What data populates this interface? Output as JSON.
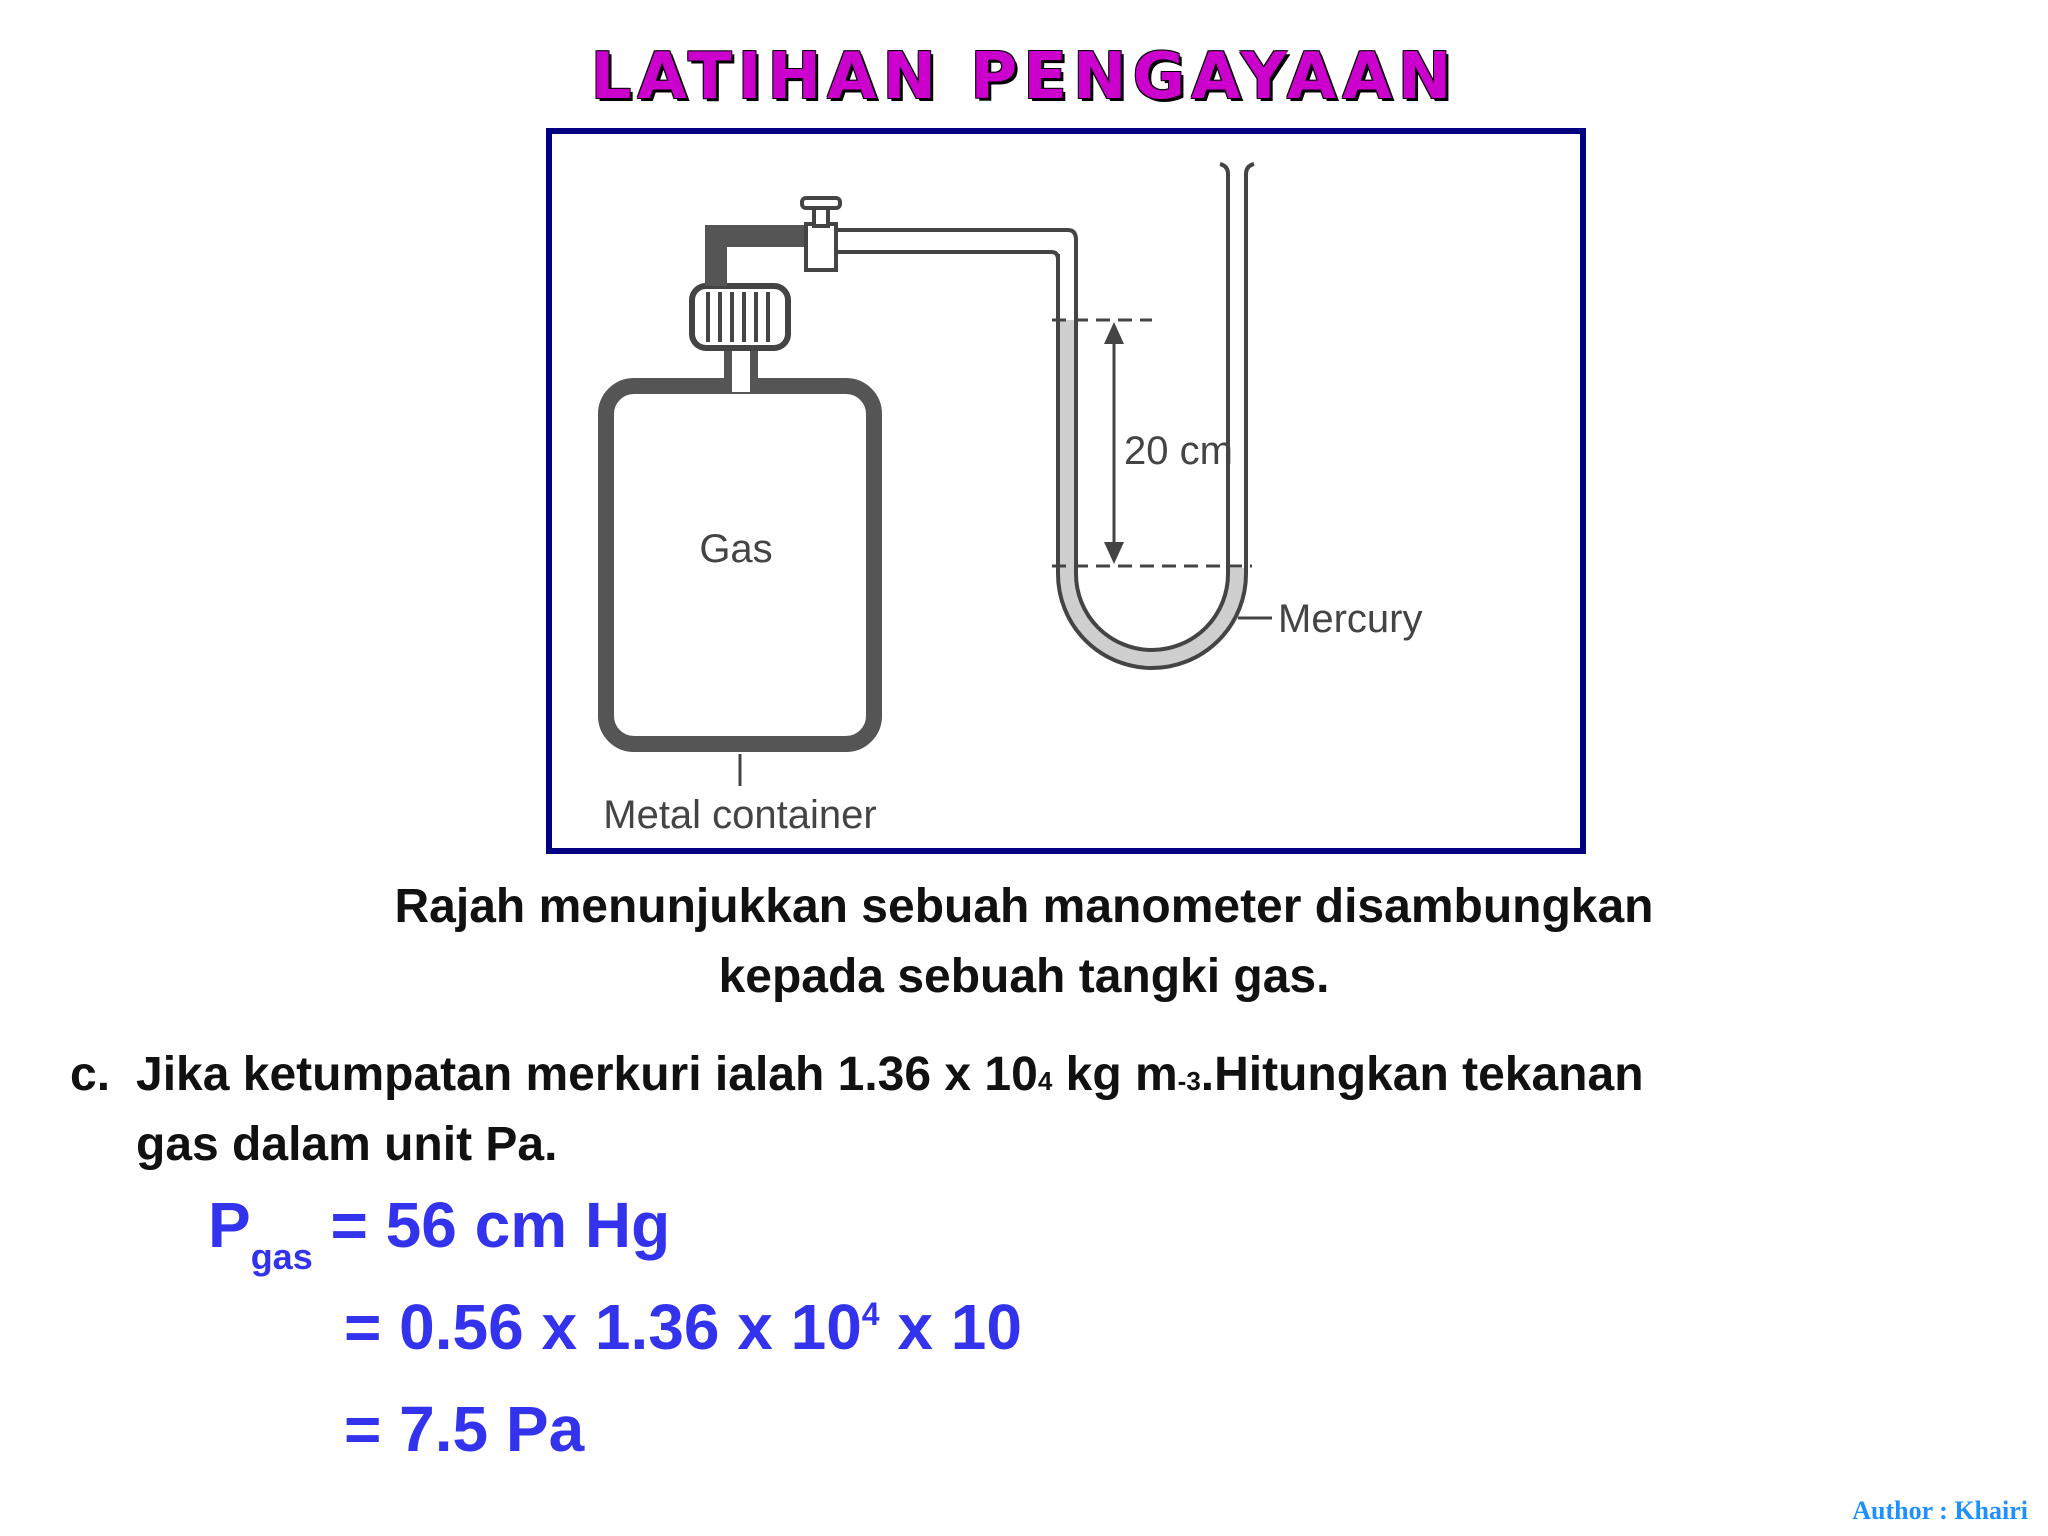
{
  "title": "LATIHAN PENGAYAAN",
  "figure": {
    "labels": {
      "gas": "Gas",
      "height": "20 cm",
      "mercury": "Mercury",
      "container": "Metal container"
    }
  },
  "caption": {
    "line1": "Rajah menunjukkan sebuah manometer disambungkan",
    "line2": "kepada sebuah tangki gas."
  },
  "question": {
    "label": "c.",
    "text_a": "Jika ketumpatan merkuri ialah 1.36 x 10",
    "exp_a": "4",
    "text_b": " kg m",
    "exp_b": "-3",
    "text_c": ".Hitungkan tekanan",
    "line2": "gas dalam unit Pa."
  },
  "answer": {
    "symbol": "P",
    "subscript": "gas",
    "line1": " = 56 cm Hg",
    "line2_a": "= 0.56 x 1.36 x 10",
    "line2_exp": "4",
    "line2_b": " x 10",
    "line3": "= 7.5 Pa"
  },
  "author": "Author : Khairi"
}
